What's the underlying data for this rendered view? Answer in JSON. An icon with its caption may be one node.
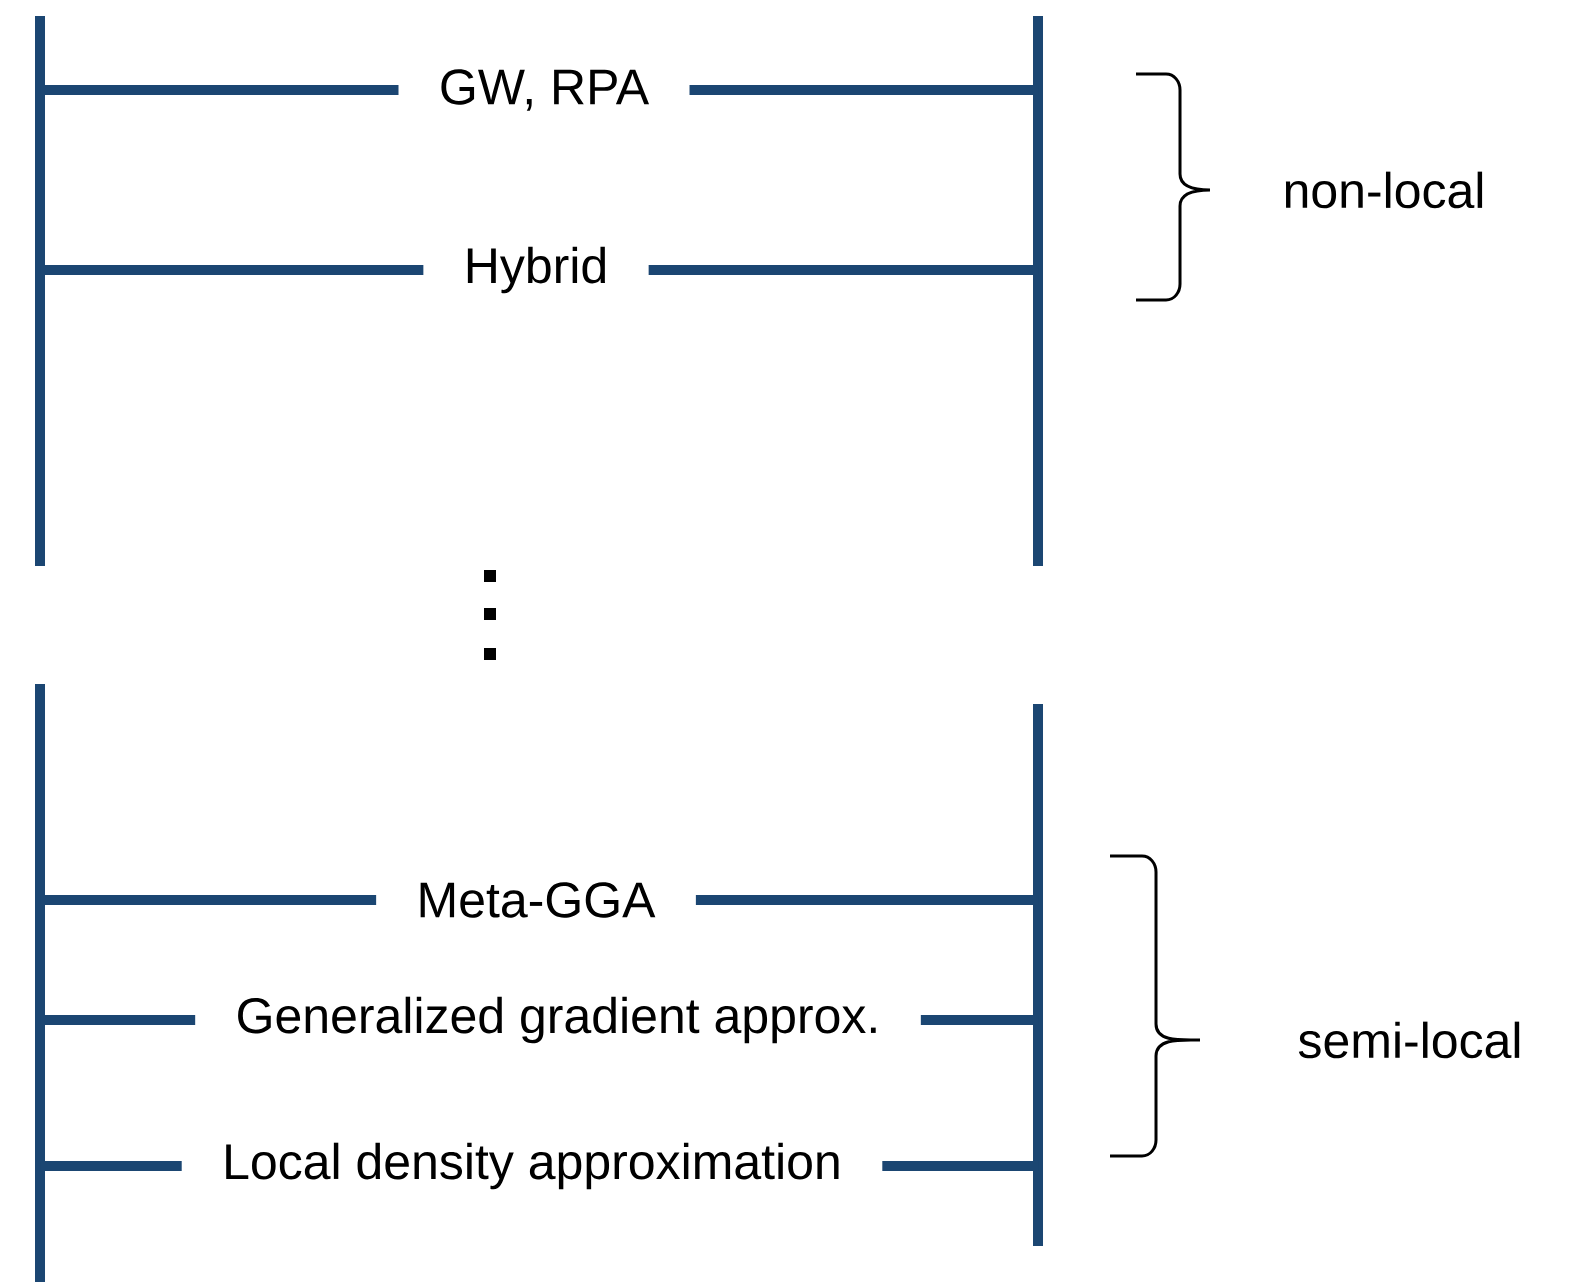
{
  "diagram": {
    "labels": [
      "GW, RPA",
      "non-local",
      "Hybrid",
      "Meta-GGA",
      "Generalized gradient approx.",
      "semi-local",
      "Local density approximation"
    ]
  }
}
